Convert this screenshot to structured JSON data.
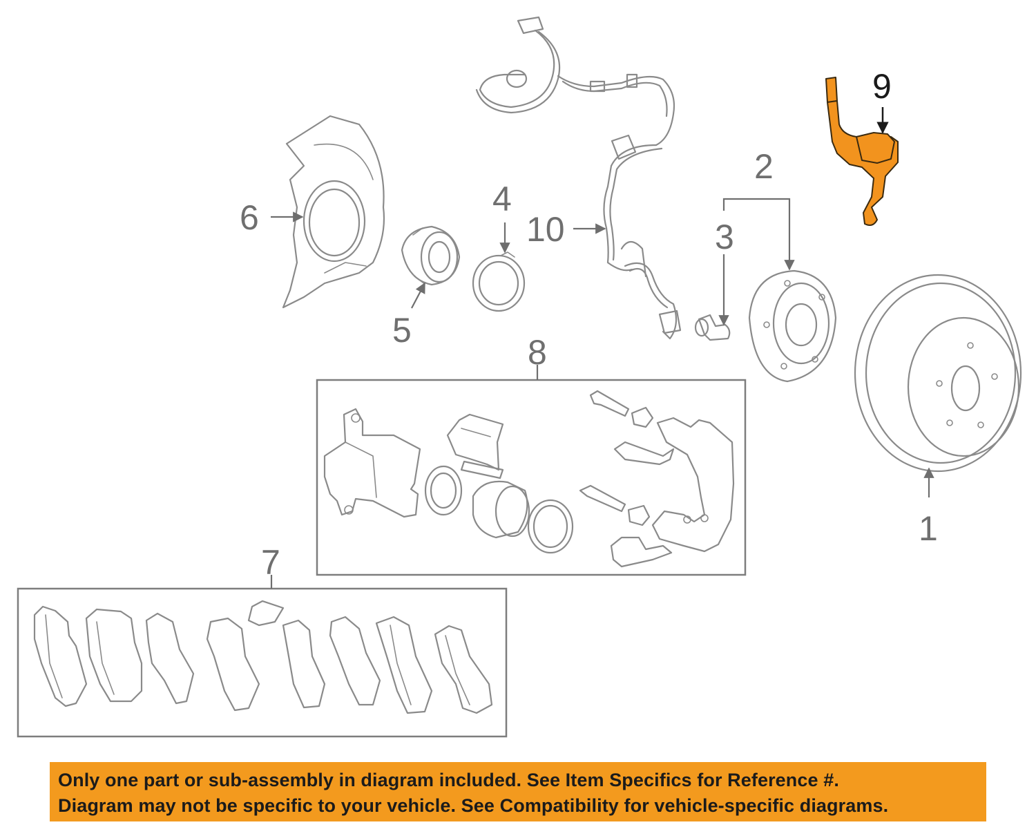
{
  "callouts": {
    "c1": "1",
    "c2": "2",
    "c3": "3",
    "c4": "4",
    "c5": "5",
    "c6": "6",
    "c7": "7",
    "c8": "8",
    "c9": "9",
    "c10": "10"
  },
  "highlight_color": "#F2931E",
  "banner_color": "#F39A1E",
  "disclaimer": {
    "line1": "Only one part or sub-assembly in diagram included. See Item Specifics for Reference #.",
    "line2": "Diagram may not be specific to your vehicle. See Compatibility for vehicle-specific diagrams."
  }
}
